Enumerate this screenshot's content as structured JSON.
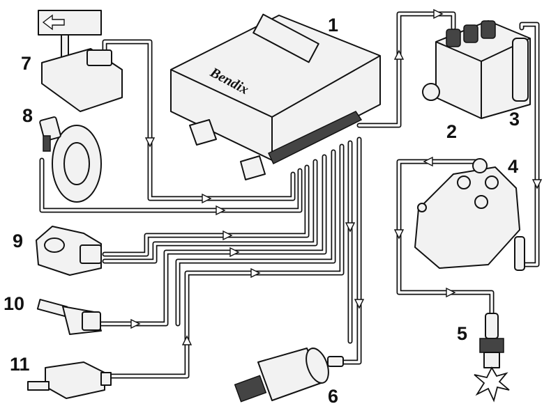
{
  "diagram": {
    "brand_text": "Bendix",
    "labels": [
      {
        "id": "ecu",
        "text": "1"
      },
      {
        "id": "ignition-coil-left",
        "text": "2"
      },
      {
        "id": "ignition-coil-right",
        "text": "3"
      },
      {
        "id": "distributor",
        "text": "4"
      },
      {
        "id": "spark-plug",
        "text": "5"
      },
      {
        "id": "idle-valve",
        "text": "6"
      },
      {
        "id": "pressure-sensor",
        "text": "7"
      },
      {
        "id": "crank-sensor",
        "text": "8"
      },
      {
        "id": "knock-sensor",
        "text": "9"
      },
      {
        "id": "temp-sensor",
        "text": "10"
      },
      {
        "id": "switch",
        "text": "11"
      }
    ]
  }
}
